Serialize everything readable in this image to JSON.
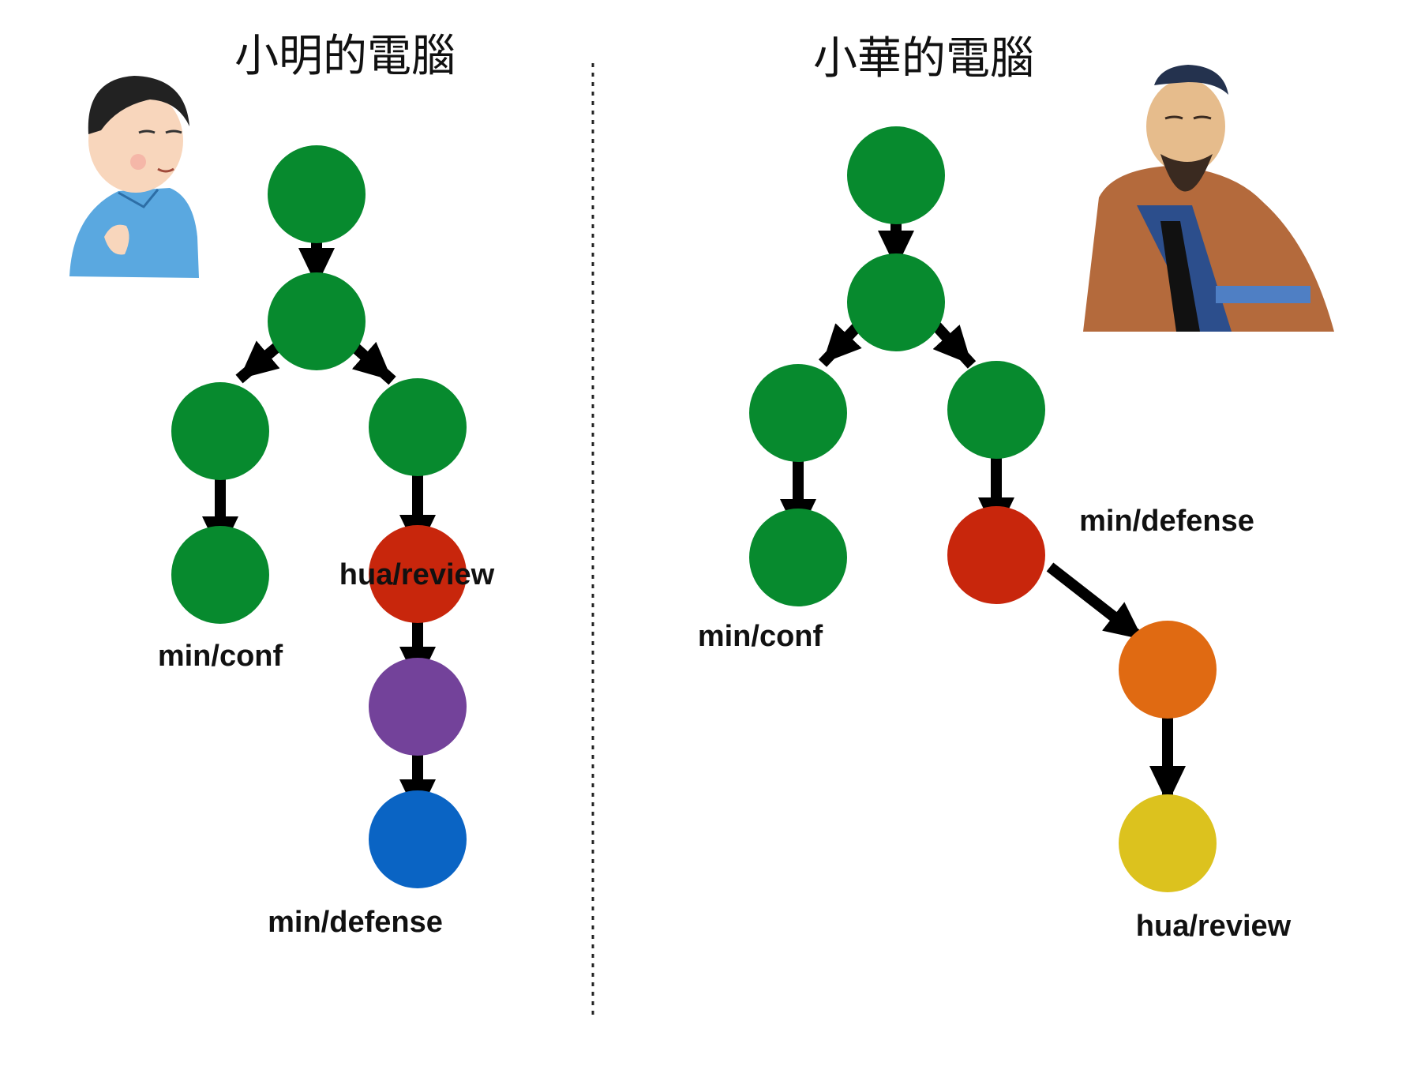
{
  "left_panel": {
    "title": "小明的電腦",
    "character": "boy-illustration",
    "branch_labels": [
      "hua/review",
      "min/conf",
      "min/defense"
    ]
  },
  "right_panel": {
    "title": "小華的電腦",
    "character": "sage-illustration",
    "branch_labels": [
      "min/defense",
      "min/conf",
      "hua/review"
    ]
  },
  "colors": {
    "commit_green": "#078a2e",
    "commit_red": "#c8260c",
    "commit_purple": "#73429a",
    "commit_blue": "#0a64c4",
    "commit_orange": "#e06a12",
    "commit_yellow": "#dcc21e",
    "arrow": "#000000",
    "divider": "#222222"
  }
}
